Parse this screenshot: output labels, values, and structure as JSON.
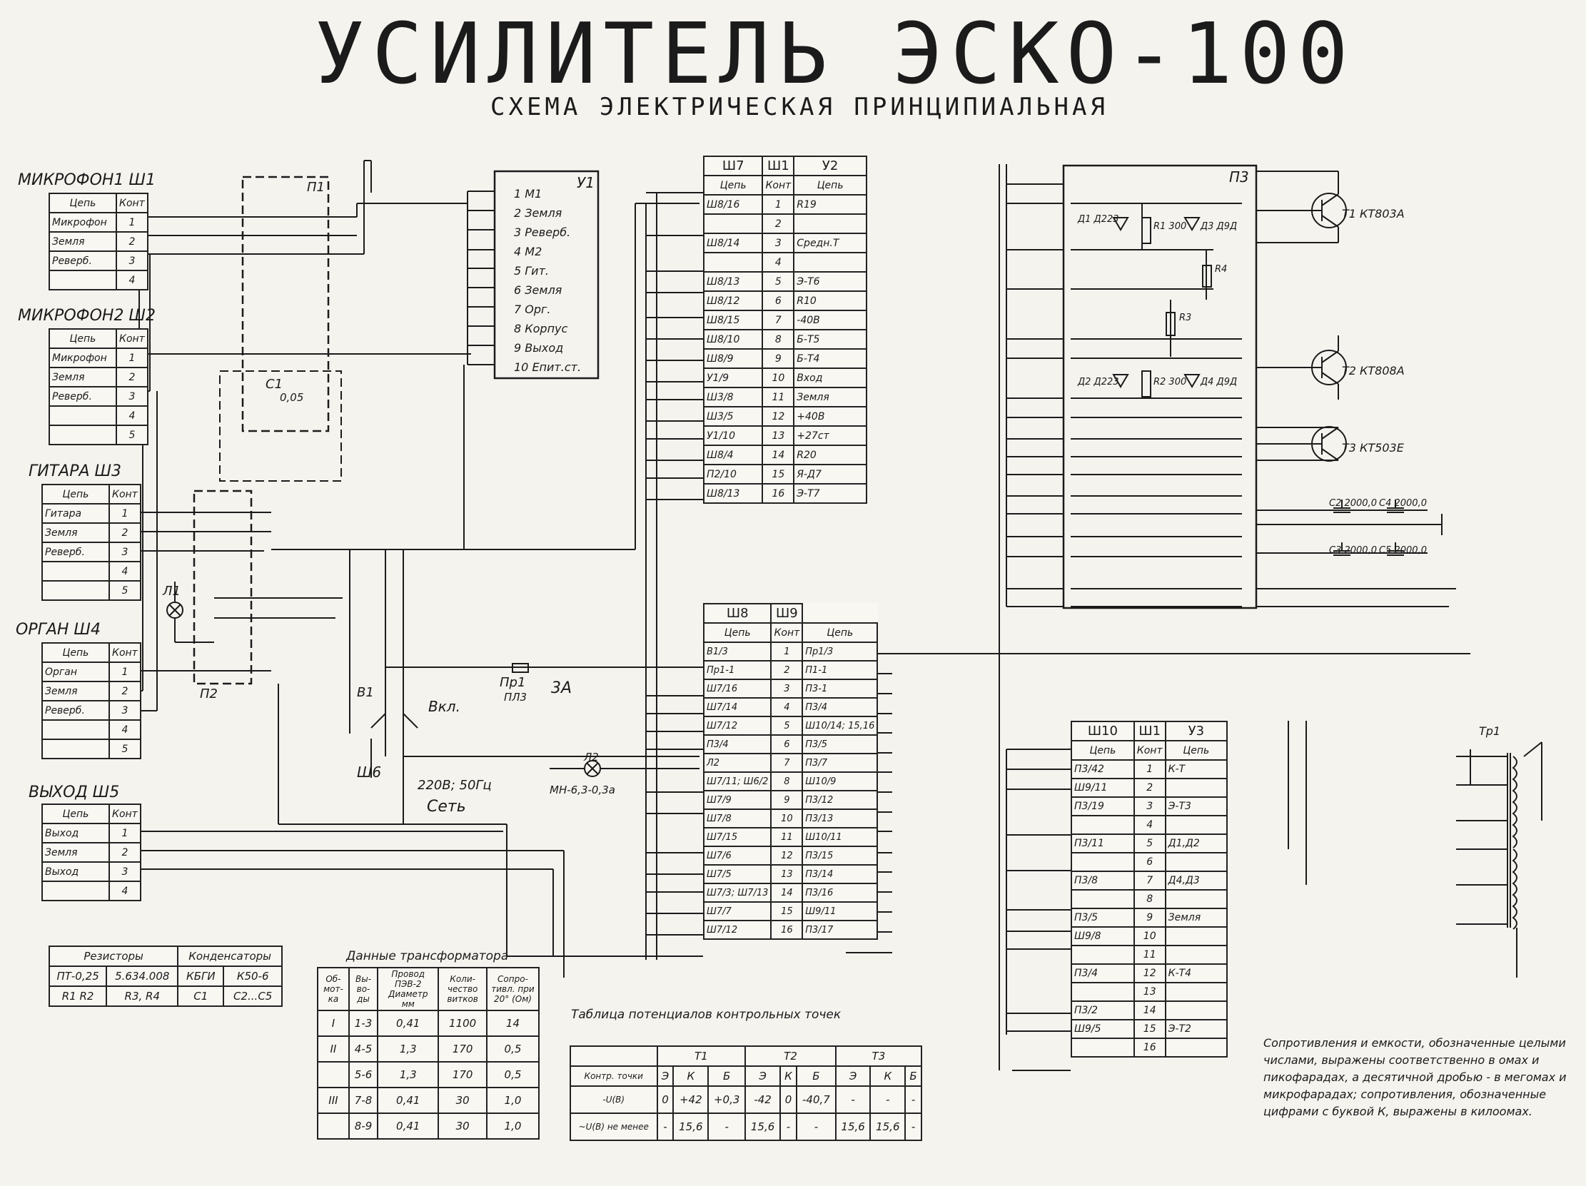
{
  "title": "УСИЛИТЕЛЬ ЭСКО-100",
  "subtitle": "СХЕМА ЭЛЕКТРИЧЕСКАЯ ПРИНЦИПИАЛЬНАЯ",
  "connectors": {
    "sh1": {
      "title": "МИКРОФОН1 Ш1",
      "rows": [
        [
          "Цепь",
          "Конт"
        ],
        [
          "Микрофон",
          "1"
        ],
        [
          "Земля",
          "2"
        ],
        [
          "Реверб.",
          "3"
        ],
        [
          "",
          "4"
        ]
      ]
    },
    "sh2": {
      "title": "МИКРОФОН2 Ш2",
      "rows": [
        [
          "Цепь",
          "Конт"
        ],
        [
          "Микрофон",
          "1"
        ],
        [
          "Земля",
          "2"
        ],
        [
          "Реверб.",
          "3"
        ],
        [
          "",
          "4"
        ],
        [
          "",
          "5"
        ]
      ]
    },
    "sh3": {
      "title": "ГИТАРА Ш3",
      "rows": [
        [
          "Цепь",
          "Конт"
        ],
        [
          "Гитара",
          "1"
        ],
        [
          "Земля",
          "2"
        ],
        [
          "Реверб.",
          "3"
        ],
        [
          "",
          "4"
        ],
        [
          "",
          "5"
        ]
      ]
    },
    "sh4": {
      "title": "ОРГАН Ш4",
      "rows": [
        [
          "Цепь",
          "Конт"
        ],
        [
          "Орган",
          "1"
        ],
        [
          "Земля",
          "2"
        ],
        [
          "Реверб.",
          "3"
        ],
        [
          "",
          "4"
        ],
        [
          "",
          "5"
        ]
      ]
    },
    "sh5": {
      "title": "ВЫХОД Ш5",
      "rows": [
        [
          "Цепь",
          "Конт"
        ],
        [
          "Выход",
          "1"
        ],
        [
          "Земля",
          "2"
        ],
        [
          "Выход",
          "3"
        ],
        [
          "",
          "4"
        ]
      ]
    }
  },
  "u1": {
    "label": "У1",
    "pins": [
      "1 М1",
      "2 Земля",
      "3 Реверб.",
      "4 М2",
      "5 Гит.",
      "6 Земля",
      "7 Орг.",
      "8 Корпус",
      "9 Выход",
      "10 Епит.ст."
    ]
  },
  "u2": {
    "head": [
      "Ш7",
      "Ш1",
      "У2"
    ],
    "cols": [
      "Цепь",
      "Конт",
      "Цепь"
    ],
    "rows": [
      [
        "Ш8/16",
        "1",
        "R19"
      ],
      [
        "",
        "2",
        ""
      ],
      [
        "Ш8/14",
        "3",
        "Средн.Т"
      ],
      [
        "",
        "4",
        ""
      ],
      [
        "Ш8/13",
        "5",
        "Э-Т6"
      ],
      [
        "Ш8/12",
        "6",
        "R10"
      ],
      [
        "Ш8/15",
        "7",
        "-40В"
      ],
      [
        "Ш8/10",
        "8",
        "Б-Т5"
      ],
      [
        "Ш8/9",
        "9",
        "Б-Т4"
      ],
      [
        "У1/9",
        "10",
        "Вход"
      ],
      [
        "Ш3/8",
        "11",
        "Земля"
      ],
      [
        "Ш3/5",
        "12",
        "+40В"
      ],
      [
        "У1/10",
        "13",
        "+27ст"
      ],
      [
        "Ш8/4",
        "14",
        "R20"
      ],
      [
        "П2/10",
        "15",
        "Я-Д7"
      ],
      [
        "Ш8/13",
        "16",
        "Э-Т7"
      ]
    ]
  },
  "sh8": {
    "head": [
      "Ш8",
      "Ш9"
    ],
    "cols": [
      "Цепь",
      "Конт",
      "Цепь"
    ],
    "rows": [
      [
        "В1/3",
        "1",
        "Пр1/3"
      ],
      [
        "Пр1-1",
        "2",
        "П1-1"
      ],
      [
        "Ш7/16",
        "3",
        "П3-1"
      ],
      [
        "Ш7/14",
        "4",
        "П3/4"
      ],
      [
        "Ш7/12",
        "5",
        "Ш10/14; 15,16"
      ],
      [
        "П3/4",
        "6",
        "П3/5"
      ],
      [
        "Л2",
        "7",
        "П3/7"
      ],
      [
        "Ш7/11; Ш6/2",
        "8",
        "Ш10/9"
      ],
      [
        "Ш7/9",
        "9",
        "П3/12"
      ],
      [
        "Ш7/8",
        "10",
        "П3/13"
      ],
      [
        "Ш7/15",
        "11",
        "Ш10/11"
      ],
      [
        "Ш7/6",
        "12",
        "П3/15"
      ],
      [
        "Ш7/5",
        "13",
        "П3/14"
      ],
      [
        "Ш7/3; Ш7/13",
        "14",
        "П3/16"
      ],
      [
        "Ш7/7",
        "15",
        "Ш9/11"
      ],
      [
        "Ш7/12",
        "16",
        "П3/17"
      ]
    ]
  },
  "sh10": {
    "head": [
      "Ш10",
      "Ш1",
      "У3"
    ],
    "cols": [
      "Цепь",
      "Конт",
      "Цепь"
    ],
    "rows": [
      [
        "П3/42",
        "1",
        "К-Т"
      ],
      [
        "Ш9/11",
        "2",
        ""
      ],
      [
        "П3/19",
        "3",
        "Э-Т3"
      ],
      [
        "",
        "4",
        ""
      ],
      [
        "П3/11",
        "5",
        "Д1,Д2"
      ],
      [
        "",
        "6",
        ""
      ],
      [
        "П3/8",
        "7",
        "Д4,Д3"
      ],
      [
        "",
        "8",
        ""
      ],
      [
        "П3/5",
        "9",
        "Земля"
      ],
      [
        "Ш9/8",
        "10",
        ""
      ],
      [
        "",
        "11",
        ""
      ],
      [
        "П3/4",
        "12",
        "К-Т4"
      ],
      [
        "",
        "13",
        ""
      ],
      [
        "П3/2",
        "14",
        ""
      ],
      [
        "Ш9/5",
        "15",
        "Э-Т2"
      ],
      [
        "",
        "16",
        ""
      ]
    ]
  },
  "p3": {
    "label": "П3",
    "transistors": [
      "Т1 КТ803А",
      "Т2 КТ808А",
      "Т3 КТ503Е"
    ],
    "parts": [
      "Д1 Д223",
      "R1 300",
      "Д3 Д9Д",
      "R4",
      "R3",
      "Д2 Д223",
      "R2 300",
      "Д4 Д9Д",
      "С2 2000,0",
      "С4 2000,0",
      "С3 2000,0",
      "С5 2000,0"
    ]
  },
  "transformer": {
    "label": "Тр1"
  },
  "misc": {
    "p1": "П1",
    "p2": "П2",
    "c1": "С1",
    "c1val": "0,05",
    "l1": "Л1",
    "fuse": "Пр1",
    "fuse2": "ПЛ3",
    "fuserating": "3А",
    "switch": "В1",
    "vkl": "Вкл.",
    "sh6": "Ш6",
    "mains": "220В; 50Гц",
    "set": "Сеть",
    "lamp": "Л2",
    "lampmodel": "МН-6,3-0,3а"
  },
  "components_table": {
    "head": [
      "Резисторы",
      "Конденсаторы"
    ],
    "rows": [
      [
        "ПТ-0,25",
        "5.634.008",
        "КБГИ",
        "К50-6"
      ],
      [
        "R1 R2",
        "R3, R4",
        "С1",
        "С2...С5"
      ]
    ]
  },
  "transformer_table": {
    "title": "Данные трансформатора",
    "cols": [
      "Об-мот-ка",
      "Вы-во-ды",
      "Провод ПЭВ-2 Диаметр мм",
      "Коли-чество витков",
      "Сопро-тивл. при 20° (Ом)"
    ],
    "rows": [
      [
        "I",
        "1-3",
        "0,41",
        "1100",
        "14"
      ],
      [
        "II",
        "4-5",
        "1,3",
        "170",
        "0,5"
      ],
      [
        "",
        "5-6",
        "1,3",
        "170",
        "0,5"
      ],
      [
        "III",
        "7-8",
        "0,41",
        "30",
        "1,0"
      ],
      [
        "",
        "8-9",
        "0,41",
        "30",
        "1,0"
      ]
    ]
  },
  "potentials_table": {
    "title": "Таблица потенциалов контрольных точек",
    "groups": [
      "Т1",
      "Т2",
      "Т3"
    ],
    "head": [
      "Контр. точки",
      "Э",
      "К",
      "Б",
      "Э",
      "К",
      "Б",
      "Э",
      "К",
      "Б"
    ],
    "rows": [
      [
        "-U(В)",
        "0",
        "+42",
        "+0,3",
        "-42",
        "0",
        "-40,7",
        "-",
        "-",
        "-"
      ],
      [
        "~U(В) не менее",
        "-",
        "15,6",
        "-",
        "15,6",
        "-",
        "-",
        "15,6",
        "15,6",
        "-"
      ]
    ]
  },
  "note": "Сопротивления и емкости, обозначенные целыми числами, выражены соответственно в омах и пикофарадах, а десятичной дробью - в мегомах и микрофарадах; сопротивления, обозначенные цифрами с буквой К, выражены в килоомах."
}
